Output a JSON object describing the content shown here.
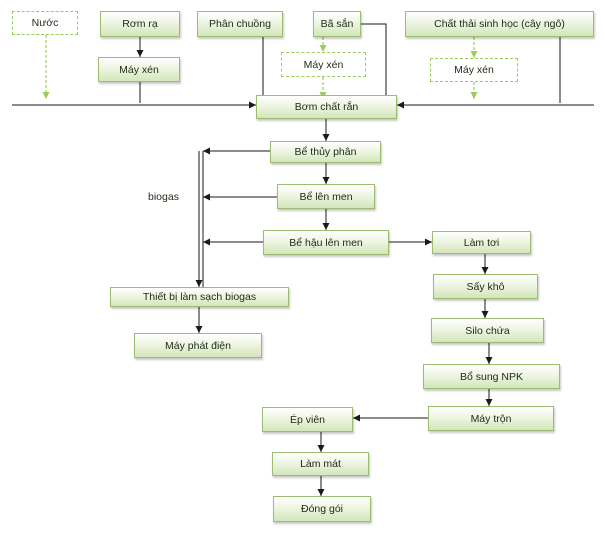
{
  "nodes": {
    "nuoc": "Nước",
    "rom_ra": "Rơm rạ",
    "phan_chuong": "Phân chuồng",
    "ba_san": "Bã sắn",
    "chat_thai": "Chất thải sinh học (cây ngô)",
    "may_xen_1": "Máy xén",
    "may_xen_2": "Máy xén",
    "may_xen_3": "Máy xén",
    "bom_chat_ran": "Bơm chất rắn",
    "be_thuy_phan": "Bể thủy phân",
    "be_len_men": "Bể lên men",
    "be_hau_len_men": "Bể hậu lên men",
    "thiet_bi_lam_sach": "Thiết bị làm sạch biogas",
    "may_phat_dien": "Máy phát điện",
    "lam_toi": "Làm tơi",
    "say_kho": "Sấy khô",
    "silo_chua": "Silo chứa",
    "bo_sung_npk": "Bổ sung NPK",
    "may_tron": "Máy trộn",
    "ep_vien": "Ép viên",
    "lam_mat": "Làm mát",
    "dong_goi": "Đóng gói"
  },
  "labels": {
    "biogas": "biogas"
  },
  "colors": {
    "box_border": "#9cbc72",
    "dashed_border": "#9ccd5a",
    "dashed_connector": "#9ccd5a",
    "connector": "#1a1a1a"
  }
}
